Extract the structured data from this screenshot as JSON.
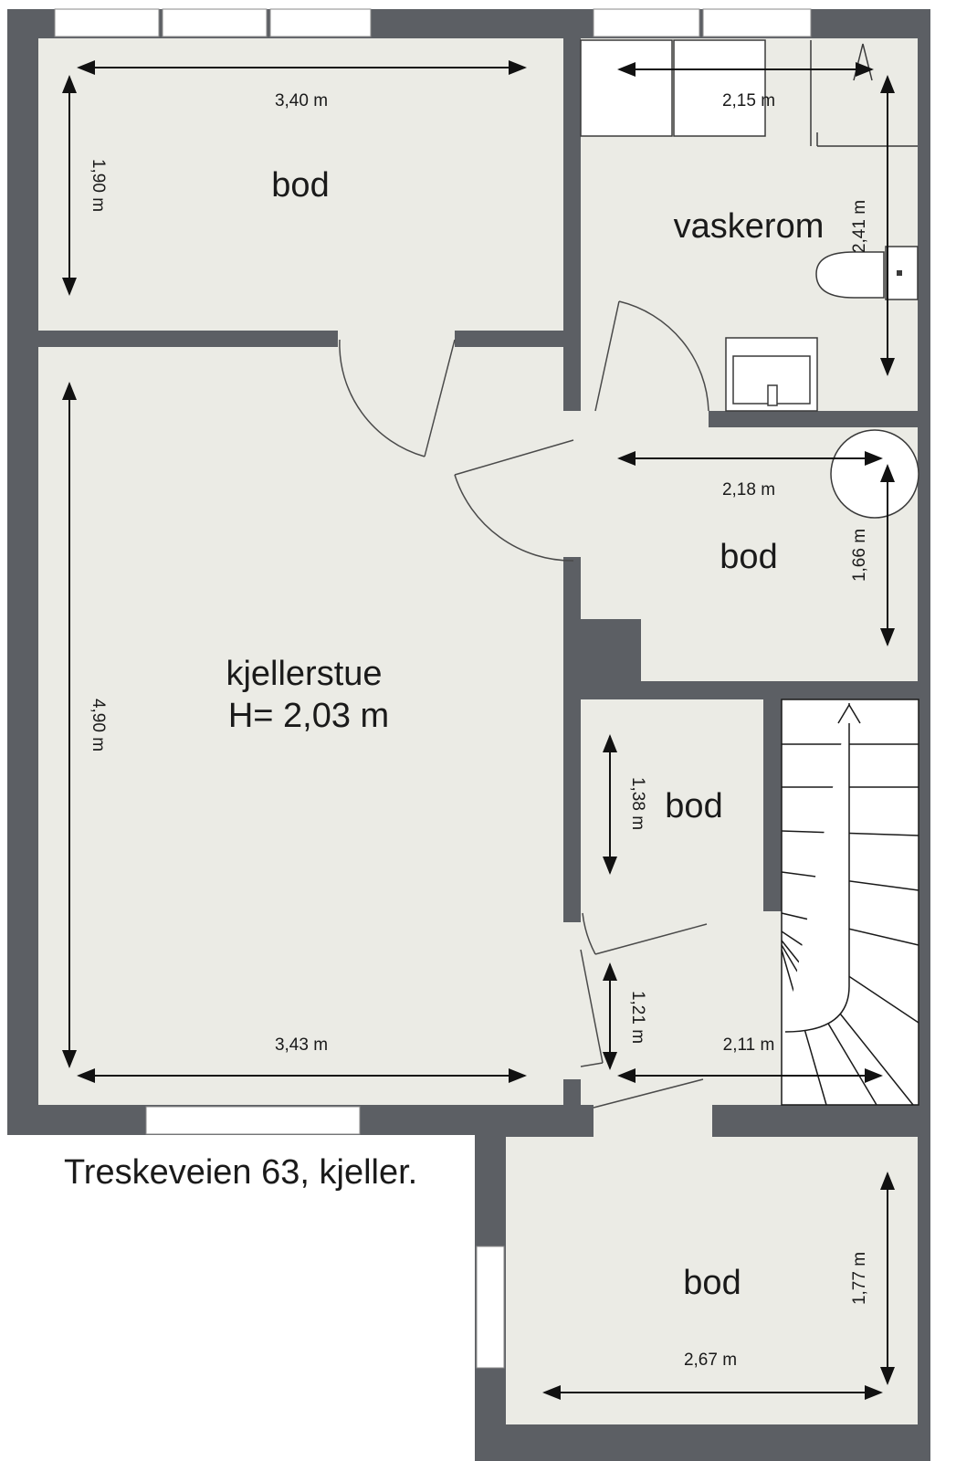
{
  "plan": {
    "address": "Treskeveien 63, kjeller.",
    "rooms": [
      {
        "name": "bod"
      },
      {
        "name": "vaskerom"
      },
      {
        "name": "kjellerstue",
        "height_note": "H= 2,03 m"
      },
      {
        "name": "bod"
      },
      {
        "name": "bod"
      },
      {
        "name": "bod"
      }
    ],
    "dimensions": [
      "3,40 m",
      "1,90 m",
      "2,15 m",
      "2,41 m",
      "2,18 m",
      "1,66 m",
      "4,90 m",
      "3,43 m",
      "1,38 m",
      "1,21 m",
      "2,11 m",
      "2,67 m",
      "1,77 m"
    ],
    "colors": {
      "wall": "#5c5f64",
      "floor": "#ebebe5",
      "window": "#ffffff",
      "dimension_line": "#111111"
    },
    "icons": [
      "door-swing-icon",
      "window-icon",
      "dimension-arrow-icon",
      "stairs-icon",
      "toilet-icon",
      "sink-icon",
      "washer-icon",
      "north-arrow-icon"
    ]
  }
}
